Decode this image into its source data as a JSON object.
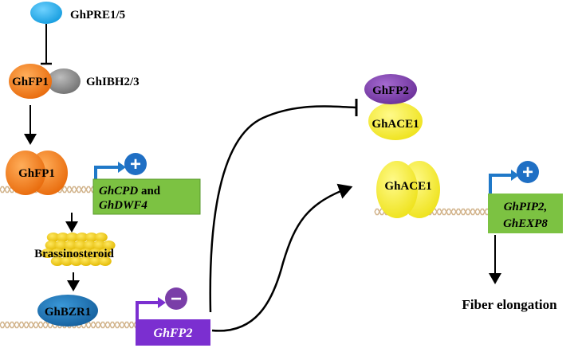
{
  "labels": {
    "ghpre": "GhPRE1/5",
    "ghfp1_top": "GhFP1",
    "ghibh": "GhIBH2/3",
    "ghfp1_dimer": "GhFP1",
    "ghcpd_gene": "GhCPD",
    "and": " and",
    "ghdwf4_gene": "GhDWF4",
    "brassinosteroid": "Brassinosteroid",
    "ghbzr1": "GhBZR1",
    "ghfp2_gene": "GhFP2",
    "ghfp2_protein": "GhFP2",
    "ghace1_complex": "GhACE1",
    "ghace1_dimer": "GhACE1",
    "ghpip2_gene": "GhPIP2,",
    "ghexp8_gene": "GhEXP8",
    "fiber_elongation": "Fiber elongation"
  },
  "symbols": {
    "activation": "+",
    "repression": "−"
  },
  "colors": {
    "pre_blue": "#1ea8e8",
    "fp1_orange": "#f07a14",
    "ibh_gray": "#8a8a8a",
    "gene_green": "#7cc242",
    "gene_purple": "#7b2fd0",
    "ace1_yellow": "#f5ef22",
    "fp2_purple": "#7a3ea8",
    "brass_gold": "#f0c800",
    "bzr1_blue": "#1a6fb0",
    "promoter_blue": "#1f78c8",
    "dna_strand": "#d2b48c"
  }
}
